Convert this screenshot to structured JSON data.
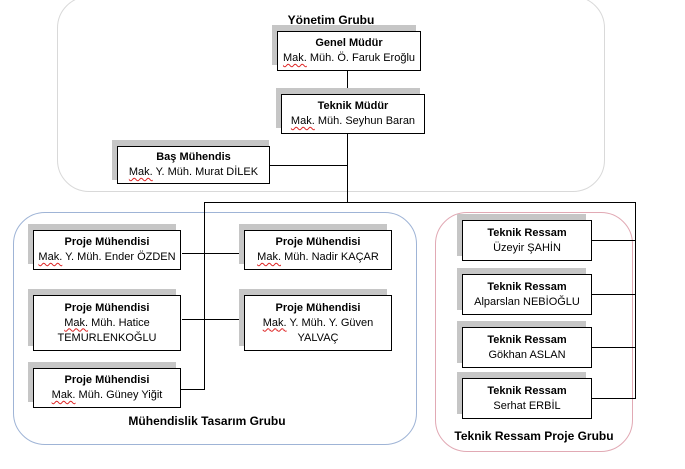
{
  "groups": {
    "management": {
      "title": "Yönetim Grubu"
    },
    "engineering": {
      "title": "Mühendislik Tasarım Grubu"
    },
    "drafting": {
      "title": "Teknik Ressam Proje Grubu"
    }
  },
  "boxes": {
    "general_manager": {
      "role": "Genel Müdür",
      "prefix": "Mak.",
      "name": " Müh. Ö. Faruk Eroğlu"
    },
    "technical_manager": {
      "role": "Teknik Müdür",
      "prefix": "Mak.",
      "name": " Müh. Seyhun Baran"
    },
    "chief_engineer": {
      "role": "Baş Mühendis",
      "prefix": "Mak.",
      "name": " Y. Müh. Murat DİLEK"
    },
    "project_engineer_1": {
      "role": "Proje Mühendisi",
      "prefix": "Mak.",
      "name": " Y. Müh. Ender ÖZDEN"
    },
    "project_engineer_2": {
      "role": "Proje Mühendisi",
      "prefix": "Mak.",
      "name": " Müh. Nadir KAÇAR"
    },
    "project_engineer_3": {
      "role": "Proje Mühendisi",
      "prefix": "Mak.",
      "name": " Müh. Hatice",
      "name_line2": "TEMURLENKOĞLU"
    },
    "project_engineer_4": {
      "role": "Proje Mühendisi",
      "prefix": "Mak.",
      "name": " Y. Müh. Y. Güven",
      "name_line2": "YALVAÇ"
    },
    "project_engineer_5": {
      "role": "Proje Mühendisi",
      "prefix": "Mak.",
      "name": " Müh. Güney Yiğit"
    },
    "technical_drafter_1": {
      "role": "Teknik Ressam",
      "name": "Üzeyir ŞAHİN"
    },
    "technical_drafter_2": {
      "role": "Teknik Ressam",
      "name": "Alparslan NEBİOĞLU"
    },
    "technical_drafter_3": {
      "role": "Teknik Ressam",
      "name": "Gökhan ASLAN"
    },
    "technical_drafter_4": {
      "role": "Teknik Ressam",
      "name": "Serhat ERBİL"
    }
  }
}
